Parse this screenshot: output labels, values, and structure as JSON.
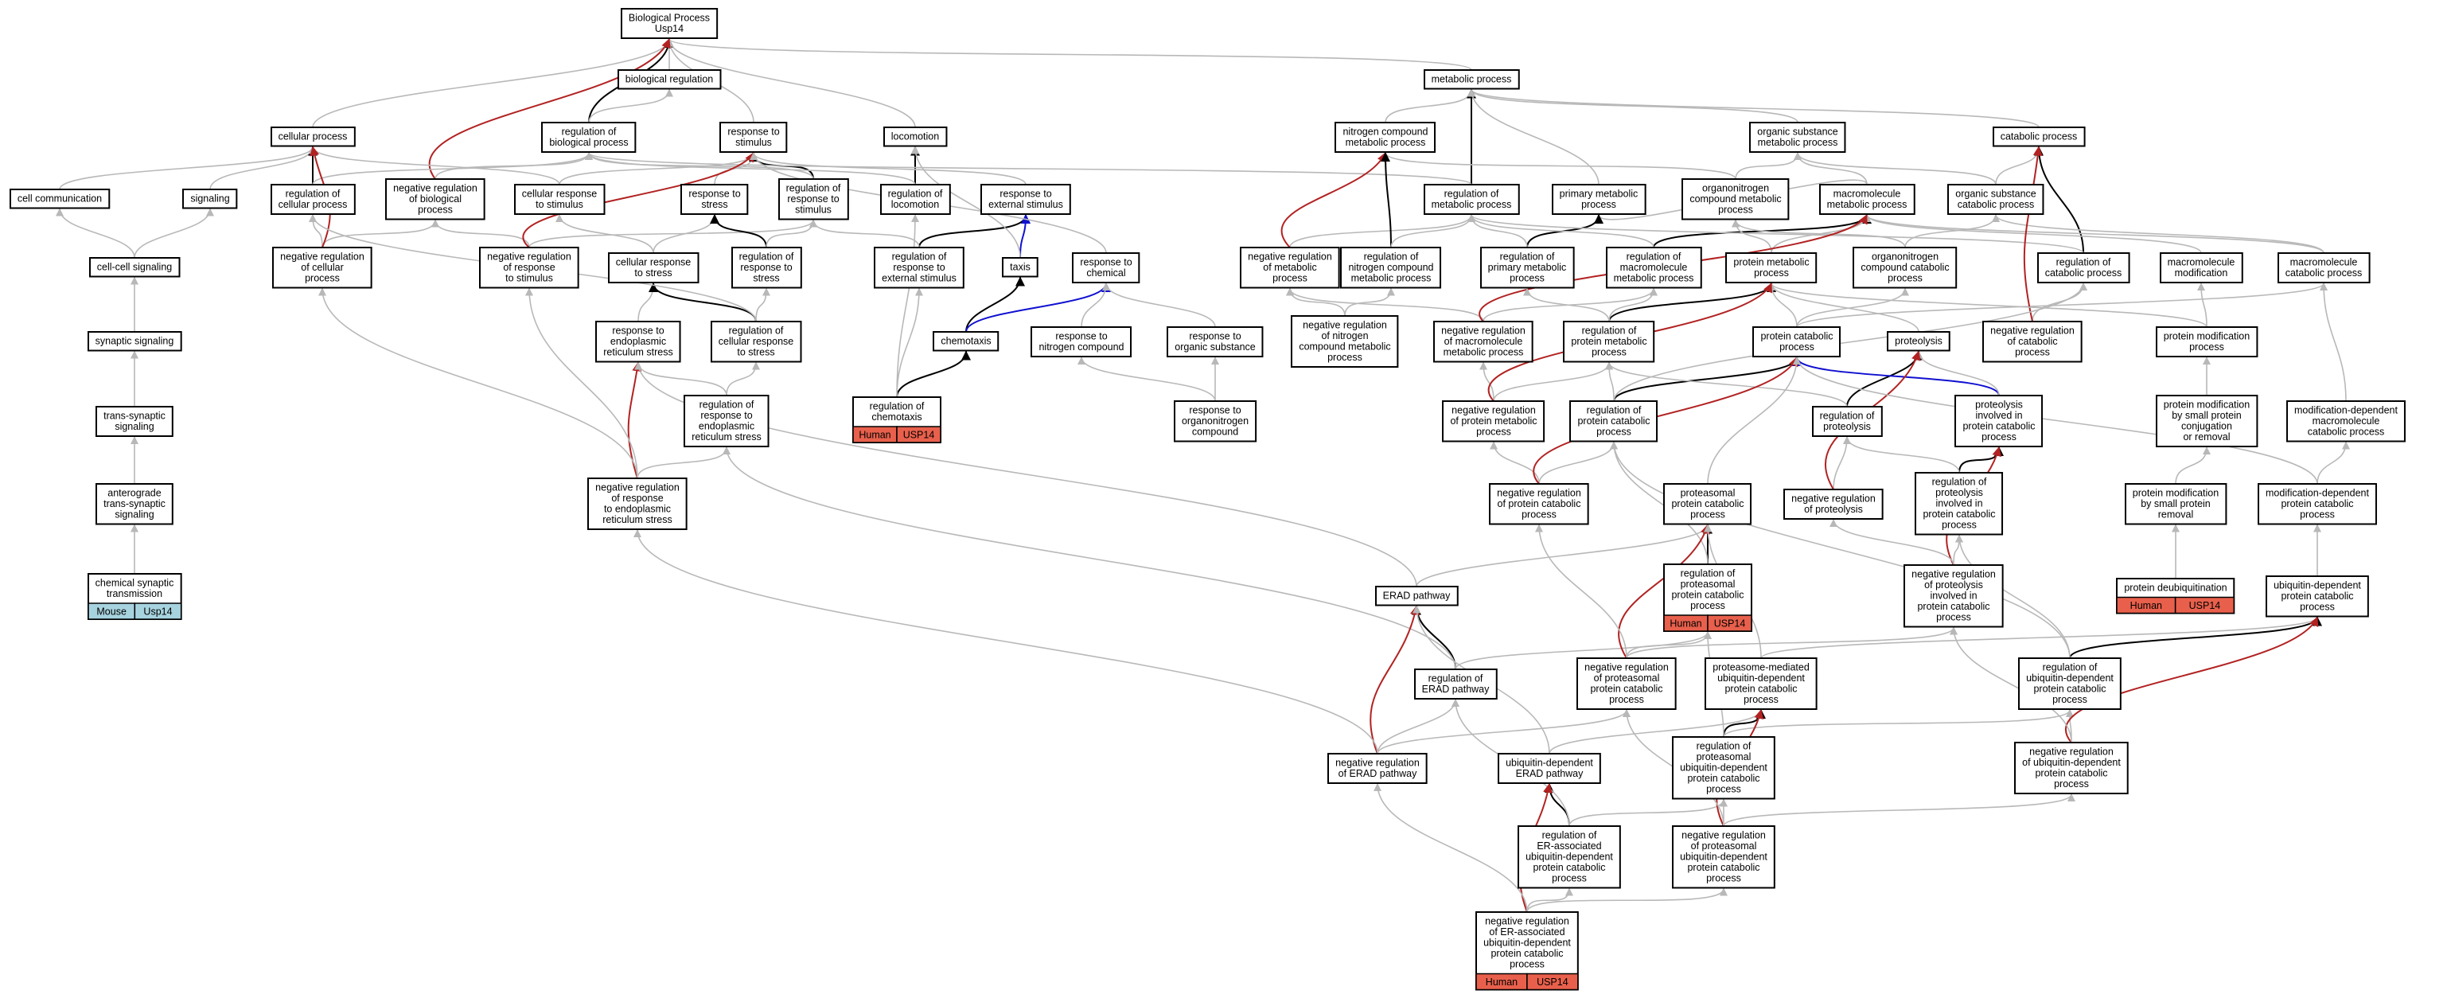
{
  "diagram": {
    "colors": {
      "gray_edge": "#b8b8b8",
      "black_edge": "#000000",
      "red_edge": "#b22222",
      "blue_edge": "#1010d0",
      "human_tag": "#e8604c",
      "mouse_tag": "#a7d3df"
    },
    "nodes": {
      "bp": "Biological Process\nUsp14",
      "biological_regulation": "biological regulation",
      "cellular_process": "cellular process",
      "regulation_of_biological_process": "regulation of\nbiological process",
      "response_to_stimulus": "response to\nstimulus",
      "locomotion": "locomotion",
      "metabolic_process": "metabolic process",
      "nitrogen_compound_metabolic_process": "nitrogen compound\nmetabolic process",
      "organic_substance_metabolic_process": "organic substance\nmetabolic process",
      "catabolic_process": "catabolic process",
      "cell_communication": "cell communication",
      "signaling": "signaling",
      "regulation_of_cellular_process": "regulation of\ncellular process",
      "negative_regulation_of_biological_process": "negative regulation\nof biological\nprocess",
      "cellular_response_to_stimulus": "cellular response\nto stimulus",
      "response_to_stress": "response to\nstress",
      "regulation_of_response_to_stimulus": "regulation of\nresponse to\nstimulus",
      "regulation_of_locomotion": "regulation of\nlocomotion",
      "response_to_external_stimulus": "response to\nexternal stimulus",
      "regulation_of_metabolic_process": "regulation of\nmetabolic process",
      "primary_metabolic_process": "primary metabolic\nprocess",
      "organonitrogen_compound_metabolic_process": "organonitrogen\ncompound metabolic\nprocess",
      "macromolecule_metabolic_process": "macromolecule\nmetabolic process",
      "organic_substance_catabolic_process": "organic substance\ncatabolic process",
      "cell_cell_signaling": "cell-cell signaling",
      "negative_regulation_of_cellular_process": "negative regulation\nof cellular\nprocess",
      "negative_regulation_of_response_to_stimulus": "negative regulation\nof response\nto stimulus",
      "cellular_response_to_stress": "cellular response\nto stress",
      "regulation_of_response_to_stress": "regulation of\nresponse to\nstress",
      "regulation_of_response_to_external_stimulus": "regulation of\nresponse to\nexternal stimulus",
      "taxis": "taxis",
      "response_to_chemical": "response to\nchemical",
      "negative_regulation_of_metabolic_process": "negative regulation\nof metabolic\nprocess",
      "regulation_of_nitrogen_compound_metabolic_process": "regulation of\nnitrogen compound\nmetabolic process",
      "regulation_of_primary_metabolic_process": "regulation of\nprimary metabolic\nprocess",
      "regulation_of_macromolecule_metabolic_process": "regulation of\nmacromolecule\nmetabolic process",
      "protein_metabolic_process": "protein metabolic\nprocess",
      "organonitrogen_compound_catabolic_process": "organonitrogen\ncompound catabolic\nprocess",
      "regulation_of_catabolic_process": "regulation of\ncatabolic process",
      "macromolecule_modification": "macromolecule\nmodification",
      "macromolecule_catabolic_process": "macromolecule\ncatabolic process",
      "synaptic_signaling": "synaptic signaling",
      "response_to_er_stress": "response to\nendoplasmic\nreticulum stress",
      "regulation_of_cellular_response_to_stress": "regulation of\ncellular response\nto stress",
      "chemotaxis": "chemotaxis",
      "response_to_nitrogen_compound": "response to\nnitrogen compound",
      "response_to_organic_substance": "response to\norganic substance",
      "negative_regulation_of_nitrogen_compound_metabolic_process": "negative regulation\nof nitrogen\ncompound metabolic\nprocess",
      "negative_regulation_of_macromolecule_metabolic_process": "negative regulation\nof macromolecule\nmetabolic process",
      "regulation_of_protein_metabolic_process": "regulation of\nprotein metabolic\nprocess",
      "protein_catabolic_process": "protein catabolic\nprocess",
      "proteolysis": "proteolysis",
      "negative_regulation_of_catabolic_process": "negative regulation\nof catabolic\nprocess",
      "protein_modification_process": "protein modification\nprocess",
      "trans_synaptic_signaling": "trans-synaptic\nsignaling",
      "regulation_of_response_to_er_stress": "regulation of\nresponse to\nendoplasmic\nreticulum stress",
      "regulation_of_chemotaxis": "regulation of\nchemotaxis",
      "response_to_organonitrogen_compound": "response to\norganonitrogen\ncompound",
      "negative_regulation_of_protein_metabolic_process": "negative regulation\nof protein metabolic\nprocess",
      "regulation_of_protein_catabolic_process": "regulation of\nprotein catabolic\nprocess",
      "regulation_of_proteolysis": "regulation of\nproteolysis",
      "proteolysis_involved_in_protein_catabolic_process": "proteolysis\ninvolved in\nprotein catabolic\nprocess",
      "protein_modification_by_small_protein_conjugation_or_removal": "protein modification\nby small protein\nconjugation\nor removal",
      "modification_dependent_macromolecule_catabolic_process": "modification-dependent\nmacromolecule\ncatabolic process",
      "anterograde_trans_synaptic_signaling": "anterograde\ntrans-synaptic\nsignaling",
      "negative_regulation_of_response_to_er_stress": "negative regulation\nof response\nto endoplasmic\nreticulum stress",
      "negative_regulation_of_protein_catabolic_process": "negative regulation\nof protein catabolic\nprocess",
      "proteasomal_protein_catabolic_process": "proteasomal\nprotein catabolic\nprocess",
      "negative_regulation_of_proteolysis": "negative regulation\nof proteolysis",
      "regulation_of_proteolysis_involved_in_protein_catabolic_process": "regulation of\nproteolysis\ninvolved in\nprotein catabolic\nprocess",
      "protein_modification_by_small_protein_removal": "protein modification\nby small protein\nremoval",
      "modification_dependent_protein_catabolic_process": "modification-dependent\nprotein catabolic\nprocess",
      "chemical_synaptic_transmission": "chemical synaptic\ntransmission",
      "regulation_of_proteasomal_protein_catabolic_process": "regulation of\nproteasomal\nprotein catabolic\nprocess",
      "negative_regulation_of_proteolysis_involved_in_protein_catabolic_process": "negative regulation\nof proteolysis\ninvolved in\nprotein catabolic\nprocess",
      "protein_deubiquitination": "protein deubiquitination",
      "ubiquitin_dependent_protein_catabolic_process": "ubiquitin-dependent\nprotein catabolic\nprocess",
      "erad_pathway": "ERAD pathway",
      "regulation_of_erad_pathway": "regulation of\nERAD pathway",
      "negative_regulation_of_proteasomal_protein_catabolic_process": "negative regulation\nof proteasomal\nprotein catabolic\nprocess",
      "proteasome_mediated_ubiquitin_dependent_protein_catabolic_process": "proteasome-mediated\nubiquitin-dependent\nprotein catabolic\nprocess",
      "regulation_of_ubiquitin_dependent_protein_catabolic_process": "regulation of\nubiquitin-dependent\nprotein catabolic\nprocess",
      "negative_regulation_of_erad_pathway": "negative regulation\nof ERAD pathway",
      "ubiquitin_dependent_erad_pathway": "ubiquitin-dependent\nERAD pathway",
      "regulation_of_proteasomal_ubiquitin_dependent_protein_catabolic_process": "regulation of\nproteasomal\nubiquitin-dependent\nprotein catabolic\nprocess",
      "negative_regulation_of_ubiquitin_dependent_protein_catabolic_process": "negative regulation\nof ubiquitin-dependent\nprotein catabolic\nprocess",
      "regulation_of_er_associated_ubiquitin_dependent_protein_catabolic_process": "regulation of\nER-associated\nubiquitin-dependent\nprotein catabolic\nprocess",
      "negative_regulation_of_proteasomal_ubiquitin_dependent_protein_catabolic_process": "negative regulation\nof proteasomal\nubiquitin-dependent\nprotein catabolic\nprocess",
      "negative_regulation_of_er_associated_ubiquitin_dependent_protein_catabolic_process": "negative regulation\nof ER-associated\nubiquitin-dependent\nprotein catabolic\nprocess"
    },
    "tags": {
      "chemical_synaptic_transmission": [
        "Mouse",
        "Usp14"
      ],
      "regulation_of_chemotaxis": [
        "Human",
        "USP14"
      ],
      "regulation_of_proteasomal_protein_catabolic_process": [
        "Human",
        "USP14"
      ],
      "protein_deubiquitination": [
        "Human",
        "USP14"
      ],
      "negative_regulation_of_er_associated_ubiquitin_dependent_protein_catabolic_process": [
        "Human",
        "USP14"
      ]
    }
  }
}
